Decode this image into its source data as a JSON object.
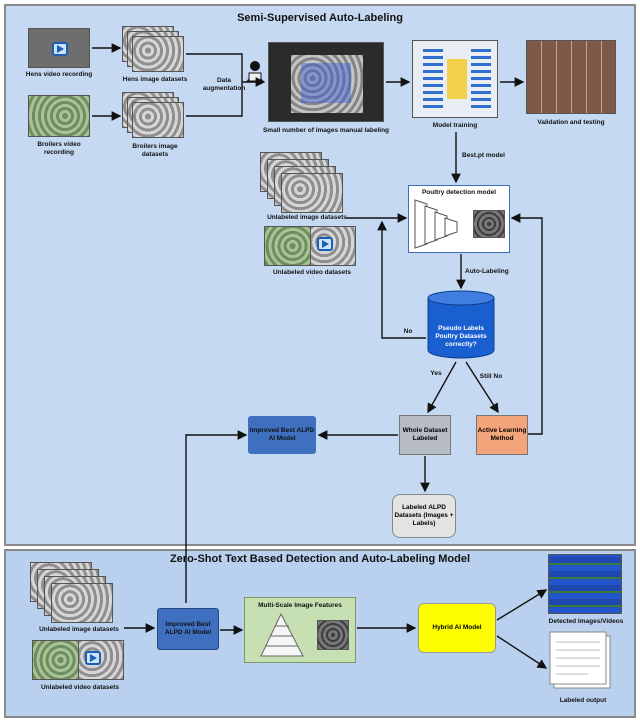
{
  "sections": {
    "top_title": "Semi-Supervised Auto-Labeling",
    "bottom_title": "Zero-Shot Text Based Detection and Auto-Labeling Model"
  },
  "top": {
    "hens_video": "Hens video recording",
    "hens_images": "Hens image datasets",
    "broilers_video": "Broilers video recording",
    "broilers_images": "Broilers image datasets",
    "data_augmentation": "Data augmentation",
    "manual_labeling": "Small number of images manual labeling",
    "model_training": "Model training",
    "validation": "Validation and testing",
    "best_pt": "Best.pt model",
    "detection_model": "Poultry detection model",
    "unlabeled_images": "Unlabeled image datasets",
    "unlabeled_videos": "Unlabeled video datasets",
    "auto_labeling": "Auto-Labeling",
    "decision": "Pseudo Labels Poultry Datasets correctly?",
    "no": "No",
    "yes": "Yes",
    "still_no": "Still No",
    "whole_dataset": "Whole Dataset Labeled",
    "active_learning": "Active Learning Method",
    "improved_model": "Improved Best ALPD AI Model",
    "labeled_alpd": "Labeled ALPD Datasets (Images + Labels)"
  },
  "bottom": {
    "unlabeled_images": "Unlabeled image datasets",
    "unlabeled_videos": "Unlabeled video datasets",
    "improved_model": "Improved Best ALPD AI Model",
    "multiscale": "Multi-Scale Image Features",
    "hybrid_model": "Hybrid AI Model",
    "detected": "Detected Images/Videos",
    "labeled_output": "Labeled output"
  },
  "colors": {
    "panel_top": "#c5daf2",
    "panel_bottom": "#b9d1ee",
    "model_blue": "#3f6fbf",
    "whole_gray": "#b8bcc4",
    "active_orange": "#f4a47a",
    "cylinder_blue": "#1a5fd0",
    "hybrid_yellow": "#ffff00",
    "multiscale_green": "#c6e0b4"
  },
  "icons": [
    "play-icon",
    "person-laptop-icon",
    "database-cylinder-icon",
    "document-icon"
  ]
}
